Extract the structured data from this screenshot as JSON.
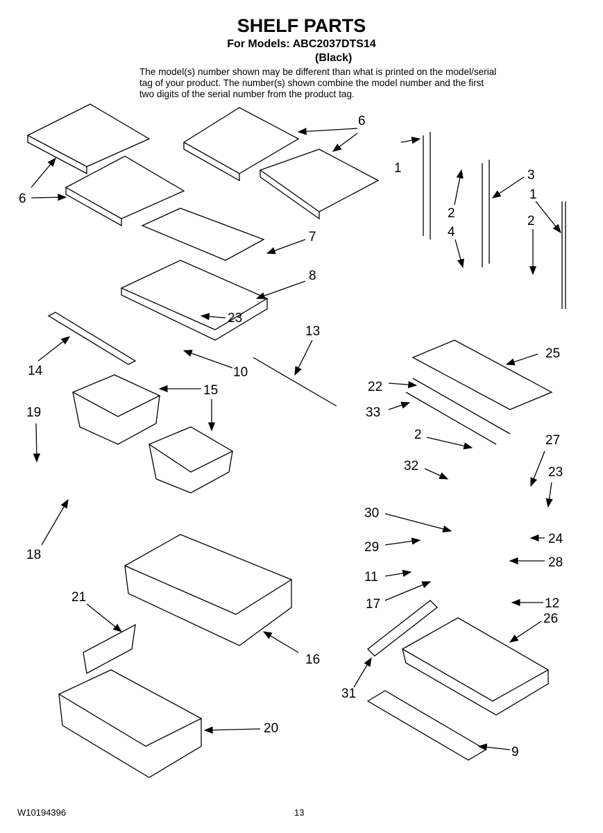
{
  "title": "SHELF PARTS",
  "models_line": "For Models: ABC2037DTS14",
  "color": "(Black)",
  "note": "The model(s) number shown may be different than what is printed on the model/serial tag of your product. The number(s) shown combine the model number and the first two digits of the serial number from the product tag.",
  "footer": {
    "document_number": "W10194396",
    "page_number": "13"
  },
  "callouts": [
    "1",
    "1",
    "2",
    "2",
    "2",
    "3",
    "4",
    "6",
    "6",
    "7",
    "8",
    "9",
    "10",
    "11",
    "12",
    "13",
    "14",
    "15",
    "16",
    "17",
    "18",
    "19",
    "20",
    "21",
    "22",
    "23",
    "23",
    "24",
    "25",
    "26",
    "27",
    "28",
    "29",
    "30",
    "31",
    "32",
    "33"
  ]
}
